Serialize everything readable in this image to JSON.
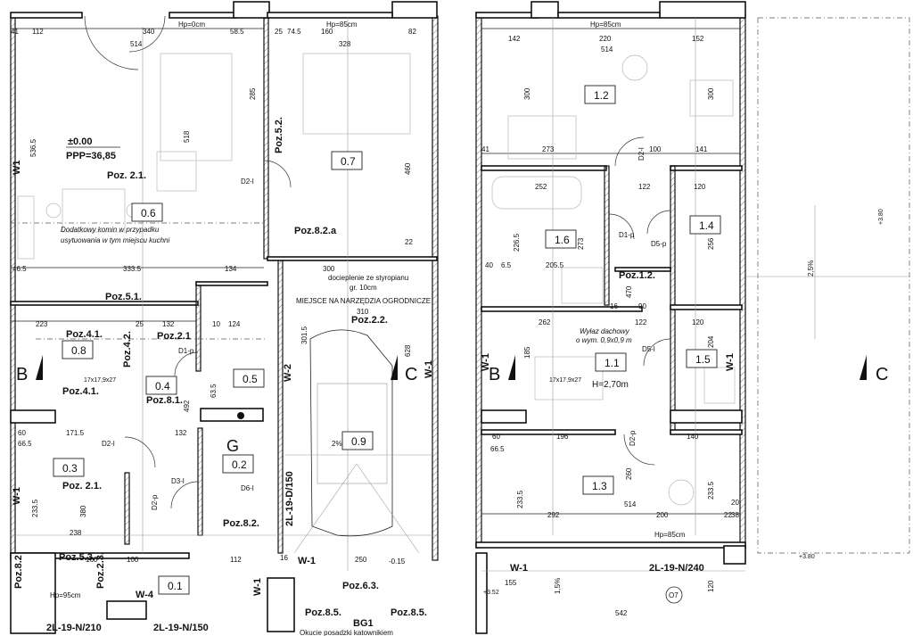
{
  "ground": {
    "heights": {
      "top_left": "Hp=0cm",
      "top_right": "Hp=85cm",
      "bottom": "Hp=95cm"
    },
    "level": {
      "zero": "±0.00",
      "ppp": "PPP=36,85"
    },
    "rooms": [
      "0.6",
      "0.7",
      "0.8",
      "0.4",
      "0.5",
      "0.3",
      "0.2",
      "0.9",
      "0.1"
    ],
    "positions": [
      "Poz. 2.1.",
      "Poz.5.1.",
      "Poz.4.1.",
      "Poz.4.2.",
      "Poz.2.1",
      "Poz.4.1.",
      "Poz.8.1.",
      "Poz. 2.1.",
      "Poz.5.3.",
      "Poz.8.2",
      "Poz.2.3.",
      "Poz.8.2.",
      "Poz.5.2.",
      "Poz.8.2.a",
      "Poz.2.2.",
      "Poz.6.3.",
      "Poz.8.5.",
      "Poz.8.5."
    ],
    "walls": [
      "W1",
      "W-1",
      "W-2",
      "W-1",
      "W-4",
      "W-1",
      "W-1"
    ],
    "doors": [
      "D2-l",
      "D1-p",
      "D2-l",
      "D3-l",
      "D2-p",
      "D6-l"
    ],
    "lintels": [
      "2L-19-N/210",
      "2L-19-N/150",
      "2L-19-D/150"
    ],
    "notes": {
      "chimney_1": "Dodatkowy komin w przypadku",
      "chimney_2": "usytuowania w tym miejscu kuchni",
      "insulation_1": "docieplenie ze styropianu",
      "insulation_2": "gr. 10cm",
      "tools": "MIEJSCE NA NARZĘDZIA OGRODNICZE",
      "stair": "17x17,9x27",
      "bottom": "Okucie posadzki katownikiem",
      "bg": "BG1"
    },
    "marks": {
      "gas": "G",
      "section_b": "B",
      "section_c": "C"
    },
    "dims": {
      "t1": "41",
      "t2": "112",
      "t3": "340",
      "t4": "58.5",
      "t5": "514",
      "t6": "25",
      "t7": "74.5",
      "t8": "160",
      "t9": "328",
      "t10": "82",
      "v1": "536.5",
      "v2": "518",
      "v3": "285",
      "v4": "460",
      "m1": "46.5",
      "m2": "333.5",
      "m3": "134",
      "m4": "300",
      "m5": "310",
      "m6": "223",
      "m7": "25",
      "m8": "132",
      "m9": "10",
      "m10": "124",
      "m11": "301.5",
      "m12": "628",
      "m13": "171.5",
      "m14": "60",
      "m15": "66.5",
      "m16": "238",
      "m17": "233.5",
      "m18": "380",
      "m19": "250",
      "m20": "112",
      "m21": "160",
      "m22": "100",
      "m23": "2%",
      "m24": "-0.15",
      "m25": "22",
      "m26": "132",
      "m27": "492",
      "m28": "63.5",
      "m29": "16"
    }
  },
  "upper": {
    "heights": {
      "top": "Hp=85cm",
      "bottom": "Hp=85cm",
      "stair_h": "H=2,70m"
    },
    "rooms": [
      "1.2",
      "1.6",
      "1.4",
      "1.1",
      "1.5",
      "1.3"
    ],
    "positions": [
      "Poz.1.2."
    ],
    "walls": [
      "W-1",
      "W-1",
      "W-1"
    ],
    "doors": [
      "D2-l",
      "D1-p",
      "D5-p",
      "D5-l",
      "D2-p"
    ],
    "lintels": [
      "2L-19-N/240"
    ],
    "notes": {
      "roof_1": "Wyłaz dachowy",
      "roof_2": "o wym. 0,9x0,9 m",
      "stair": "17x17,9x27",
      "window": "O7",
      "slope_roof": "2,5%",
      "slope_small": "1,5%",
      "level_1": "+3.80",
      "level_2": "+3.52",
      "level_3": "+3.80"
    },
    "marks": {
      "section_b": "B",
      "section_c": "C"
    },
    "dims": {
      "t1": "142",
      "t2": "220",
      "t3": "152",
      "t4": "514",
      "t5": "300",
      "t6": "300",
      "t7": "41",
      "t8": "273",
      "t9": "100",
      "t10": "141",
      "t11": "252",
      "t12": "122",
      "t13": "120",
      "t14": "226.5",
      "t15": "273",
      "t16": "256",
      "t17": "205.5",
      "t18": "470",
      "t19": "262",
      "t20": "122",
      "t21": "120",
      "t22": "204",
      "t23": "185",
      "t24": "196",
      "t25": "140",
      "t26": "60",
      "t27": "66.5",
      "t28": "233.5",
      "t29": "260",
      "t30": "233.5",
      "t31": "292",
      "t32": "514",
      "t33": "200",
      "t34": "155",
      "t35": "542",
      "t36": "120",
      "t37": "20",
      "t38": "38",
      "t39": "22",
      "t40": "16",
      "t41": "90",
      "t42": "40",
      "t43": "6.5"
    }
  }
}
